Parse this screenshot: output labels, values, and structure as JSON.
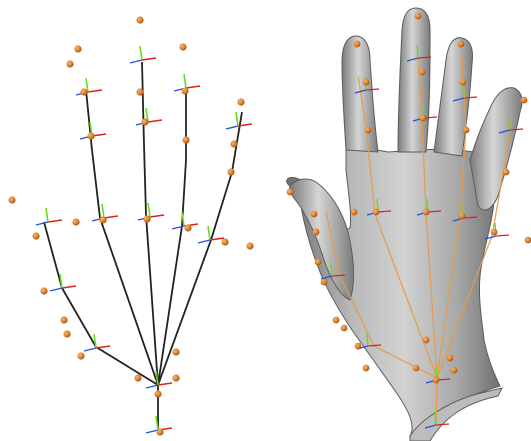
{
  "figure": {
    "panels": [
      {
        "name": "skeleton-rig",
        "description_visible_text": ""
      },
      {
        "name": "hand-mesh-with-skeleton",
        "description_visible_text": ""
      }
    ]
  },
  "colors": {
    "bone": "#222222",
    "bone_overlay": "#e89a4a",
    "joint": "#d9822b",
    "joint_shadow": "#9a4a10",
    "axis_x": "#e02020",
    "axis_y": "#66dd22",
    "axis_z": "#2050e0",
    "skin_light": "#c8c8c8",
    "skin_dark": "#6e6e6e"
  },
  "icons": [
    "joint-marker",
    "bone-segment",
    "axis-gizmo"
  ]
}
